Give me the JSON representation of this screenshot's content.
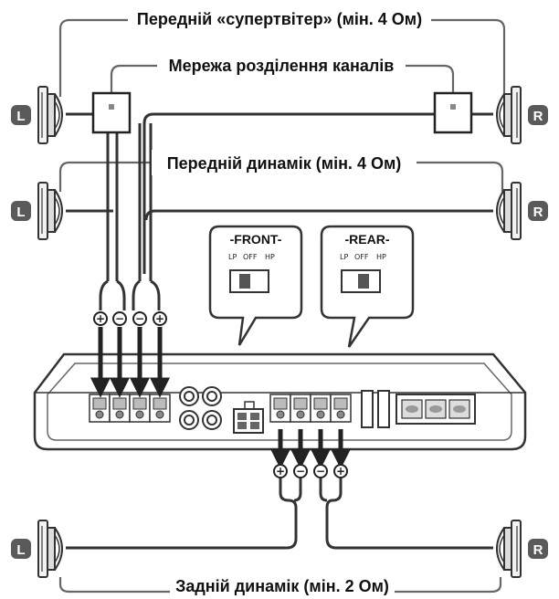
{
  "labels": {
    "front_tweeter": "Передній «супертвітер» (мін. 4 Ом)",
    "crossover": "Мережа розділення каналів",
    "front_speaker": "Передній динамік (мін. 4 Ом)",
    "rear_speaker": "Задній динамік (мін. 2 Ом)"
  },
  "switches": {
    "front": {
      "title": "-FRONT-",
      "lp": "LP",
      "off": "OFF",
      "hp": "HP"
    },
    "rear": {
      "title": "-REAR-",
      "lp": "LP",
      "off": "OFF",
      "hp": "HP"
    }
  },
  "channel_badges": {
    "left": "L",
    "right": "R"
  },
  "polarity": {
    "plus": "+",
    "minus": "−"
  },
  "icons": [
    "speaker-icon",
    "crossover-box-icon",
    "terminal-block-icon",
    "power-connector-icon",
    "rca-input-icon",
    "fuse-icon"
  ]
}
